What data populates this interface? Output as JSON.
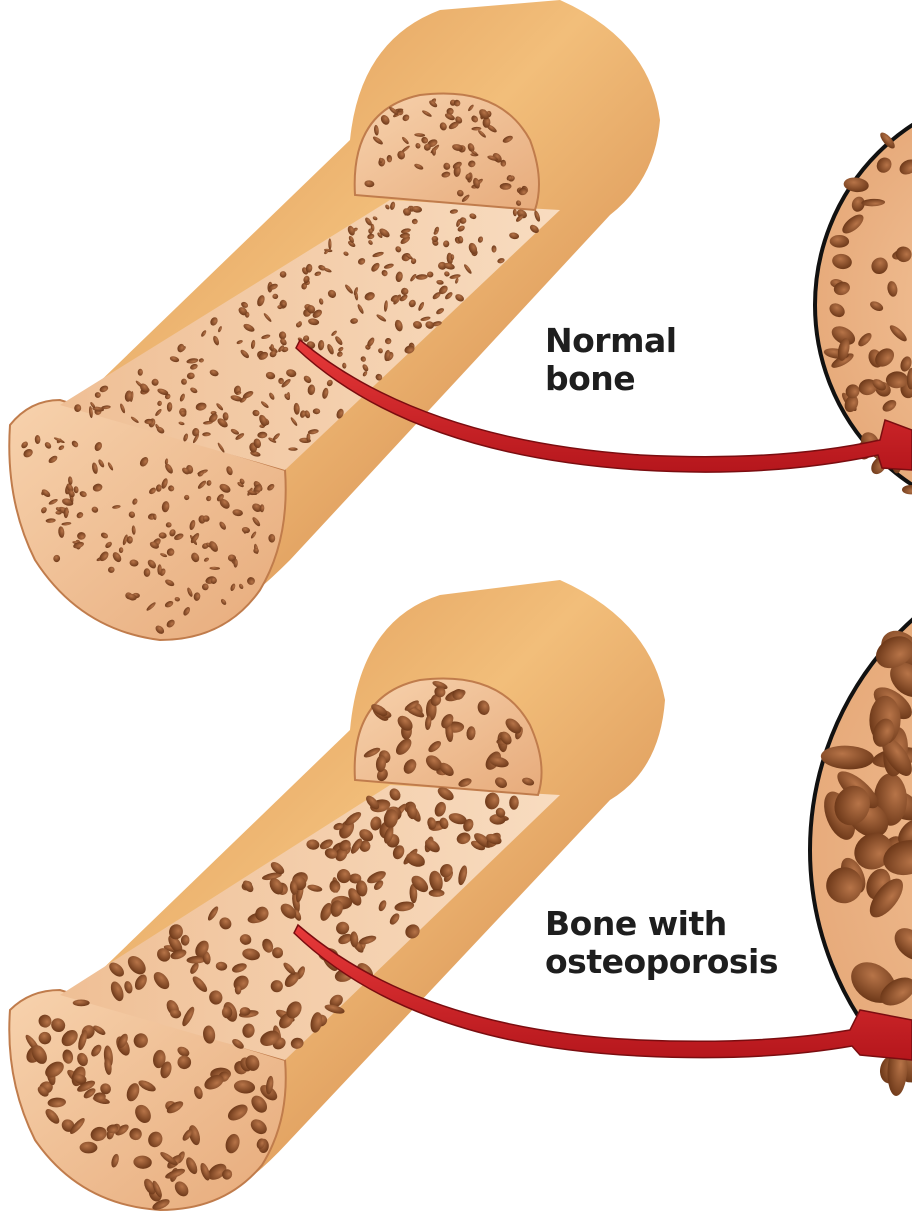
{
  "labels": {
    "normal": [
      "Normal",
      "bone"
    ],
    "osteoporosis": [
      "Bone with",
      "osteoporosis"
    ]
  },
  "colors": {
    "bone_light": "#f3c49c",
    "bone_mid": "#e4a06a",
    "bone_dark": "#c97a45",
    "shaft_gold": "#e8a55c",
    "pore": "#8a4f2c",
    "arrow": "#d3232a",
    "outline": "#111111"
  }
}
